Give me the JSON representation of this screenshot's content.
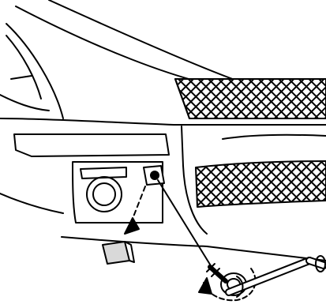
{
  "diagram": {
    "subject": "front-bumper-tow-hook-cover-removal",
    "components": [
      {
        "id": "hood",
        "icon": "hood-outline"
      },
      {
        "id": "headlamp",
        "icon": "headlamp-outline"
      },
      {
        "id": "upper-grille",
        "icon": "mesh-grille"
      },
      {
        "id": "bumper",
        "icon": "bumper-outline"
      },
      {
        "id": "fog-lamp",
        "icon": "fog-lamp"
      },
      {
        "id": "tow-hook-cover",
        "icon": "rectangular-cover"
      },
      {
        "id": "cover-opening",
        "icon": "tow-eye-opening"
      },
      {
        "id": "lower-grille",
        "icon": "mesh-grille"
      },
      {
        "id": "tow-eyelet",
        "icon": "threaded-eyelet"
      },
      {
        "id": "wheel-nut-wrench",
        "icon": "l-shaped-wrench"
      }
    ],
    "motions": [
      {
        "id": "remove-cover",
        "icon": "arrow-down-left"
      },
      {
        "id": "insert-eyelet",
        "icon": "line-to-opening"
      },
      {
        "id": "tighten-rotation",
        "icon": "rotation-arrow"
      }
    ],
    "colors": {
      "line": "#000000",
      "fill": "#ffffff",
      "cover": "#d9d9d9"
    }
  }
}
